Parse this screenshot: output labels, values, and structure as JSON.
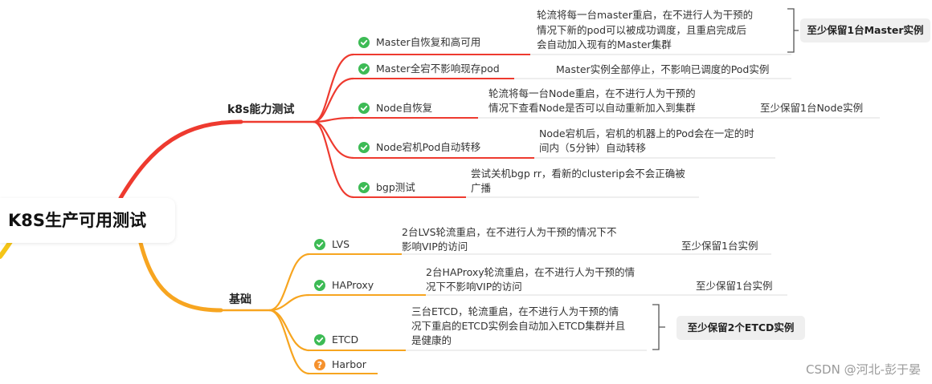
{
  "root": {
    "title": "K8S生产可用测试"
  },
  "branches": [
    {
      "label": "k8s能力测试",
      "items": [
        {
          "label": "Master自恢复和高可用",
          "status": "check",
          "detail": [
            "轮流将每一台master重启，在不进行人为干预的",
            "情况下新的pod可以被成功调度，且重启完成后",
            "会自动加入现有的Master集群"
          ],
          "note": "至少保留1台Master实例"
        },
        {
          "label": "Master全宕不影响现存pod",
          "status": "check",
          "detail": [
            "Master实例全部停止，不影响已调度的Pod实例"
          ],
          "note": ""
        },
        {
          "label": "Node自恢复",
          "status": "check",
          "detail": [
            "轮流将每一台Node重启，在不进行人为干预的",
            "情况下查看Node是否可以自动重新加入到集群"
          ],
          "note": "至少保留1台Node实例"
        },
        {
          "label": "Node宕机Pod自动转移",
          "status": "check",
          "detail": [
            "Node宕机后，宕机的机器上的Pod会在一定的时",
            "间内（5分钟）自动转移"
          ],
          "note": ""
        },
        {
          "label": "bgp测试",
          "status": "check",
          "detail": [
            "尝试关机bgp rr，看新的clusterip会不会正确被",
            "广播"
          ],
          "note": ""
        }
      ]
    },
    {
      "label": "基础",
      "items": [
        {
          "label": "LVS",
          "status": "check",
          "detail": [
            "2台LVS轮流重启，在不进行人为干预的情况下不",
            "影响VIP的访问"
          ],
          "note": "至少保留1台实例"
        },
        {
          "label": "HAProxy",
          "status": "check",
          "detail": [
            "2台HAProxy轮流重启，在不进行人为干预的情",
            "况下不影响VIP的访问"
          ],
          "note": "至少保留1台实例"
        },
        {
          "label": "ETCD",
          "status": "check",
          "detail": [
            "三台ETCD，轮流重启，在不进行人为干预的情",
            "况下重启的ETCD实例会自动加入ETCD集群并且",
            "是健康的"
          ],
          "note": "至少保留2个ETCD实例"
        },
        {
          "label": "Harbor",
          "status": "question",
          "detail": [],
          "note": ""
        }
      ]
    }
  ],
  "colors": {
    "upper": "#ee3a2f",
    "lower": "#f7a520",
    "root_tail": "#f5c518",
    "green": "#3dbb55",
    "orange": "#f5912d",
    "badge": "#efefef",
    "line": "#dddddd"
  },
  "watermark": "CSDN @河北-彭于晏"
}
